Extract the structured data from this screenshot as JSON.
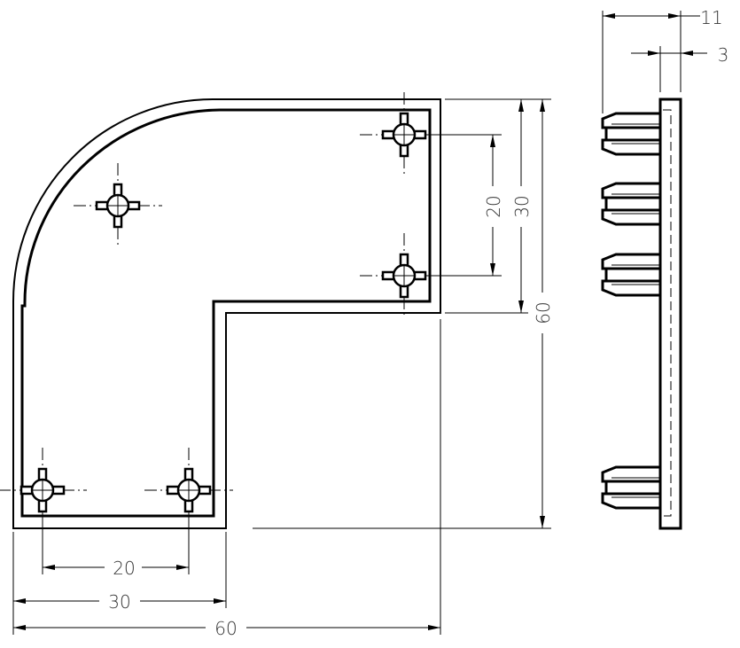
{
  "drawing": {
    "title": "L-shaped corner bracket with push-in pins",
    "top_view": {
      "dim_bottom_holes": "20",
      "dim_bottom_arm": "30",
      "dim_overall_width": "60",
      "dim_right_holes": "20",
      "dim_right_arm": "30",
      "dim_overall_height": "60"
    },
    "side_view": {
      "dim_total_depth": "11",
      "dim_plate_thickness": "3"
    }
  }
}
